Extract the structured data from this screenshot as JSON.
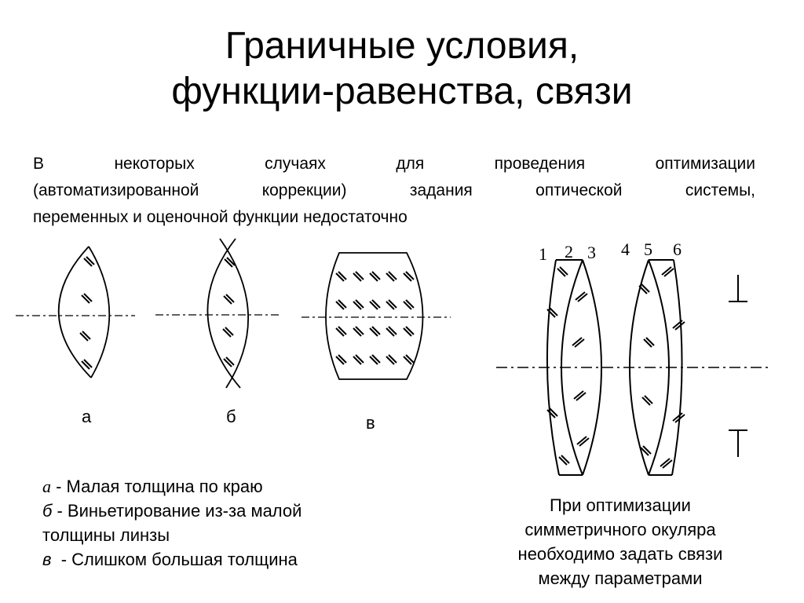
{
  "title": {
    "line1": "Граничные условия,",
    "line2": "функции-равенства, связи"
  },
  "intro": {
    "line1": "В некоторых случаях для проведения оптимизации",
    "line2": "(автоматизированной коррекции) задания оптической системы,",
    "line3": "переменных и оценочной функции недостаточно"
  },
  "figure_labels": {
    "a": "а",
    "b": "б",
    "v": "в"
  },
  "lens_numbers": [
    "1",
    "2",
    "3",
    "4",
    "5",
    "6"
  ],
  "legend": [
    {
      "key": "а",
      "text": " - Малая толщина по краю"
    },
    {
      "key": "б",
      "text": " - Виньетирование из-за малой"
    },
    {
      "key": "",
      "text": "толщины линзы"
    },
    {
      "key": "в",
      "text": "  - Слишком большая толщина"
    }
  ],
  "note": {
    "line1": "При оптимизации",
    "line2": "симметричного окуляра",
    "line3": "необходимо задать связи",
    "line4": "между параметрами"
  },
  "colors": {
    "ink": "#000000",
    "background": "#ffffff"
  }
}
